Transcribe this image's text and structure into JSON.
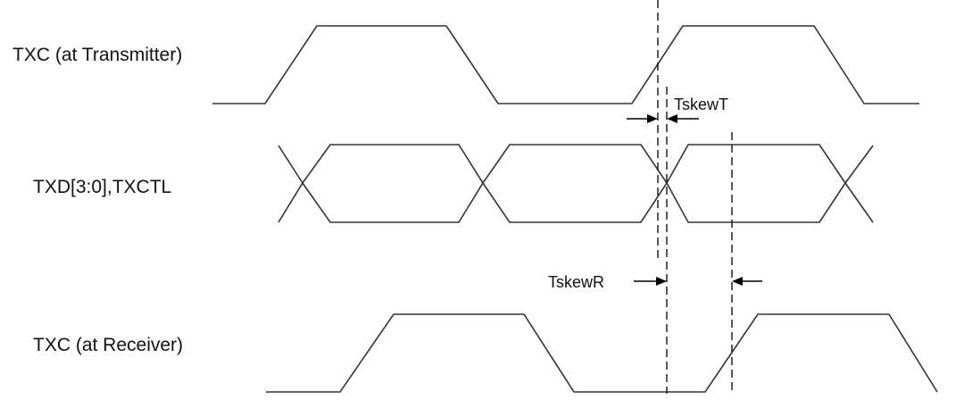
{
  "diagram": {
    "signals": [
      {
        "id": "txc-tx",
        "label": "TXC (at Transmitter)"
      },
      {
        "id": "txd",
        "label": "TXD[3:0],TXCTL"
      },
      {
        "id": "txc-rx",
        "label": "TXC (at Receiver)"
      }
    ],
    "annotations": {
      "tskew_t": "TskewT",
      "tskew_r": "TskewR"
    }
  }
}
